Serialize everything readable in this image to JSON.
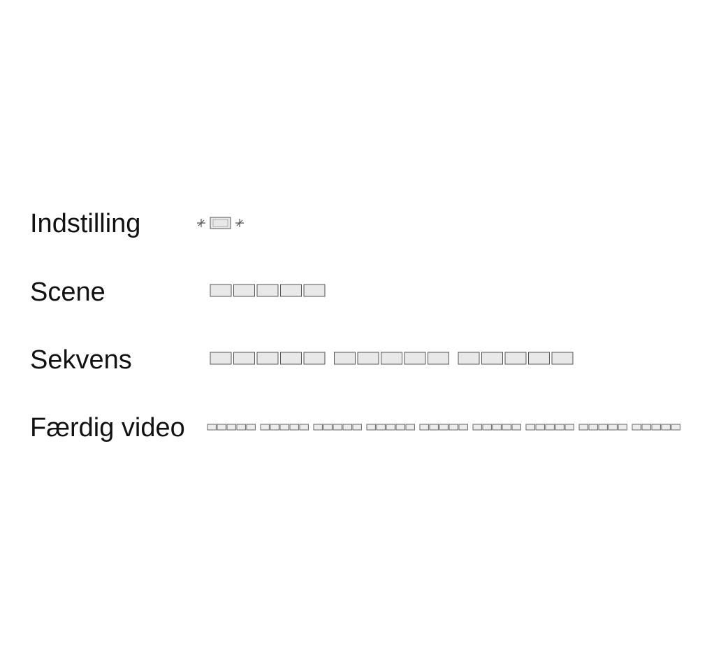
{
  "rows": [
    {
      "id": "indstilling",
      "label": "Indstilling",
      "frames": 1,
      "groups": 1
    },
    {
      "id": "scene",
      "label": "Scene",
      "frames": 5,
      "groups": 1
    },
    {
      "id": "sekvens",
      "label": "Sekvens",
      "frames": 5,
      "groups": 3
    },
    {
      "id": "faerdig-video",
      "label": "Færdig video",
      "frames": 5,
      "groups": 9
    }
  ],
  "colors": {
    "frame_fill": "#e8e8e8",
    "frame_stroke": "#555555",
    "text": "#111111"
  }
}
